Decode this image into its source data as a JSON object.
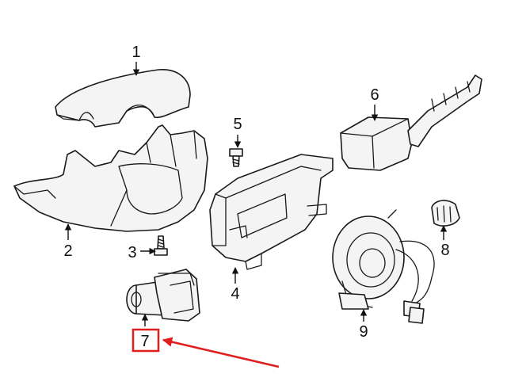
{
  "callouts": [
    {
      "id": "1",
      "label": "1"
    },
    {
      "id": "2",
      "label": "2"
    },
    {
      "id": "3",
      "label": "3"
    },
    {
      "id": "4",
      "label": "4"
    },
    {
      "id": "5",
      "label": "5"
    },
    {
      "id": "6",
      "label": "6"
    },
    {
      "id": "7",
      "label": "7"
    },
    {
      "id": "8",
      "label": "8"
    },
    {
      "id": "9",
      "label": "9"
    }
  ],
  "highlight": {
    "callout": "7",
    "color": "#e01e1e"
  },
  "colors": {
    "line": "#1a1a1a",
    "fill": "#f4f4f4",
    "background": "#ffffff"
  }
}
